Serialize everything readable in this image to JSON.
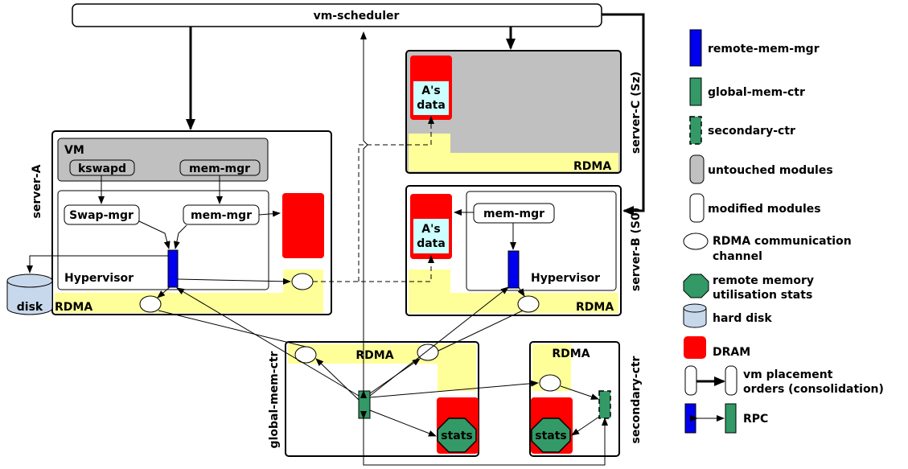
{
  "scheduler": {
    "label": "vm-scheduler"
  },
  "server_a": {
    "label": "server-A",
    "vm_label": "VM",
    "kswapd": "kswapd",
    "vm_mem_mgr": "mem-mgr",
    "swap_mgr": "Swap-mgr",
    "hyp_mem_mgr": "mem-mgr",
    "hypervisor": "Hypervisor",
    "rdma": "RDMA",
    "disk": "disk"
  },
  "server_c": {
    "label": "server-C (Sz)",
    "data_line1": "A's",
    "data_line2": "data",
    "rdma": "RDMA"
  },
  "server_b": {
    "label": "server-B (S0)",
    "mem_mgr": "mem-mgr",
    "data_line1": "A's",
    "data_line2": "data",
    "hypervisor": "Hypervisor",
    "rdma": "RDMA"
  },
  "global_ctr": {
    "label": "global-mem-ctr",
    "rdma": "RDMA",
    "stats": "stats"
  },
  "secondary_ctr": {
    "label": "secondary-ctr",
    "rdma": "RDMA",
    "stats": "stats"
  },
  "legend": {
    "remote_mem_mgr": "remote-mem-mgr",
    "global_mem_ctr": "global-mem-ctr",
    "secondary_ctr": "secondary-ctr",
    "untouched": "untouched modules",
    "modified": "modified modules",
    "rdma_channel_1": "RDMA communication",
    "rdma_channel_2": "channel",
    "stats_1": "remote memory",
    "stats_2": "utilisation stats",
    "disk": "hard disk",
    "dram": "DRAM",
    "placement_1": "vm placement",
    "placement_2": "orders (consolidation)",
    "rpc": "RPC"
  },
  "colors": {
    "rdma_yellow": "#ffff99",
    "dram_red": "#ff0000",
    "untouched_gray": "#c0c0c0",
    "remote_mgr_blue": "#0000ee",
    "global_green": "#339966",
    "disk_blue": "#c8d8ec",
    "data_cyan": "#ccffff"
  }
}
